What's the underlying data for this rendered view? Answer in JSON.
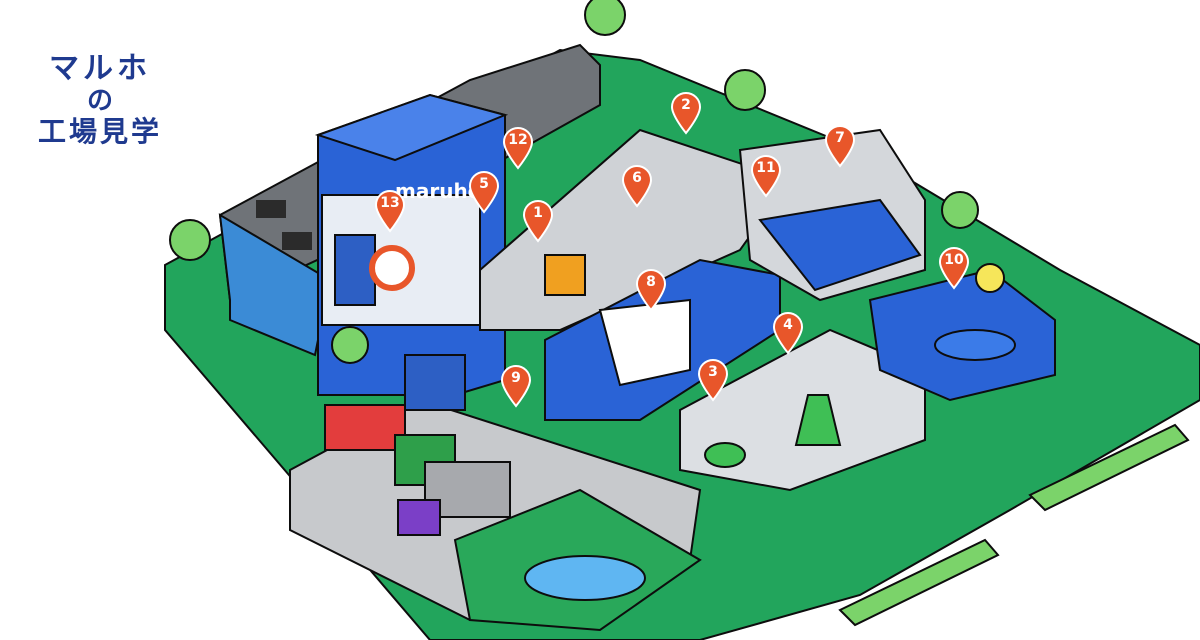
{
  "title": {
    "line1": "マルホ",
    "line2": "の",
    "line3": "工場見学"
  },
  "brand": {
    "sign": "maruho"
  },
  "colors": {
    "pin": "#e8562a",
    "title": "#1f3a8f",
    "ground": "#22a55c",
    "building_blue": "#2a63d6"
  },
  "pins": [
    {
      "id": "1",
      "label": "1"
    },
    {
      "id": "2",
      "label": "2"
    },
    {
      "id": "3",
      "label": "3"
    },
    {
      "id": "4",
      "label": "4"
    },
    {
      "id": "5",
      "label": "5"
    },
    {
      "id": "6",
      "label": "6"
    },
    {
      "id": "7",
      "label": "7"
    },
    {
      "id": "8",
      "label": "8"
    },
    {
      "id": "9",
      "label": "9"
    },
    {
      "id": "10",
      "label": "10"
    },
    {
      "id": "11",
      "label": "11"
    },
    {
      "id": "12",
      "label": "12"
    },
    {
      "id": "13",
      "label": "13"
    }
  ]
}
